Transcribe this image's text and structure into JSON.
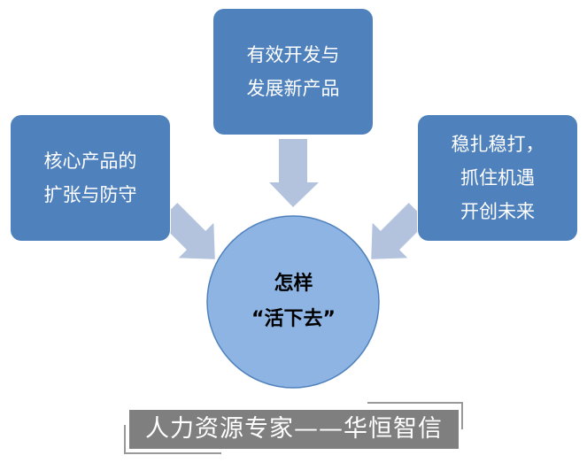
{
  "top_box": {
    "lines": [
      "有效开发与",
      "发展新产品"
    ]
  },
  "left_box": {
    "lines": [
      "核心产品的",
      "扩张与防守"
    ]
  },
  "right_box": {
    "lines": [
      "稳扎稳打，",
      "抓住机遇",
      "开创未来"
    ]
  },
  "center": {
    "lines": [
      "怎样",
      "“活下去”"
    ]
  },
  "banner": {
    "text": "人力资源专家——华恒智信"
  },
  "colors": {
    "box": "#4f81bd",
    "circle": "#8eb4e3",
    "arrow": "#b3c3de",
    "banner": "#7f7f7f"
  }
}
